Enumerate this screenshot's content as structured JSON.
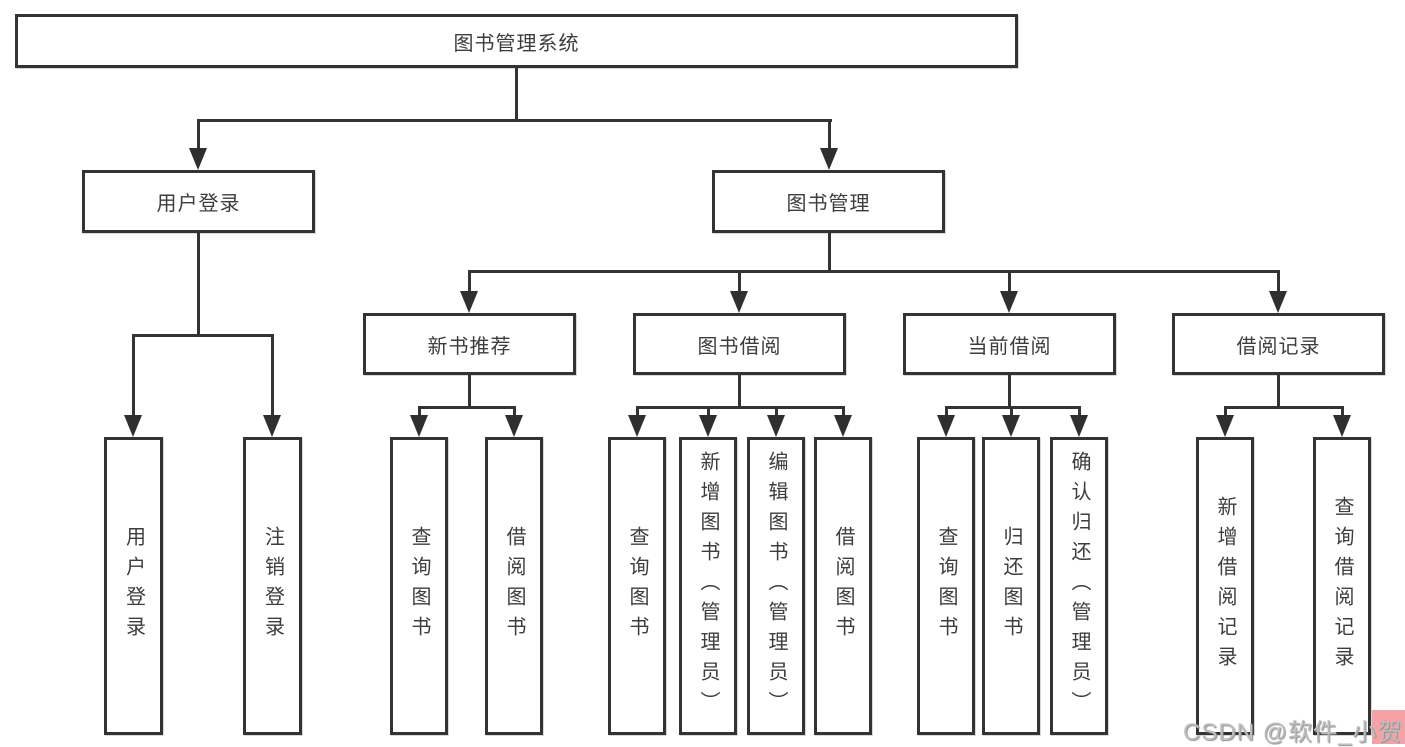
{
  "tree": {
    "label": "图书管理系统",
    "children": [
      {
        "label": "用户登录",
        "children": [
          {
            "label": "用户登录"
          },
          {
            "label": "注销登录"
          }
        ]
      },
      {
        "label": "图书管理",
        "children": [
          {
            "label": "新书推荐",
            "children": [
              {
                "label": "查询图书"
              },
              {
                "label": "借阅图书"
              }
            ]
          },
          {
            "label": "图书借阅",
            "children": [
              {
                "label": "查询图书"
              },
              {
                "label": "新增图书（管理员）"
              },
              {
                "label": "编辑图书（管理员）"
              },
              {
                "label": "借阅图书"
              }
            ]
          },
          {
            "label": "当前借阅",
            "children": [
              {
                "label": "查询图书"
              },
              {
                "label": "归还图书"
              },
              {
                "label": "确认归还（管理员）"
              }
            ]
          },
          {
            "label": "借阅记录",
            "children": [
              {
                "label": "新增借阅记录"
              },
              {
                "label": "查询借阅记录"
              }
            ]
          }
        ]
      }
    ]
  },
  "watermark": {
    "text": "CSDN @软件_小贺同学"
  },
  "colors": {
    "line": "#333333",
    "text": "#3d3d3d",
    "box_background": "#ffffff",
    "watermark_text": "#bdbdbd",
    "watermark_highlight": "#f8a1a5"
  }
}
